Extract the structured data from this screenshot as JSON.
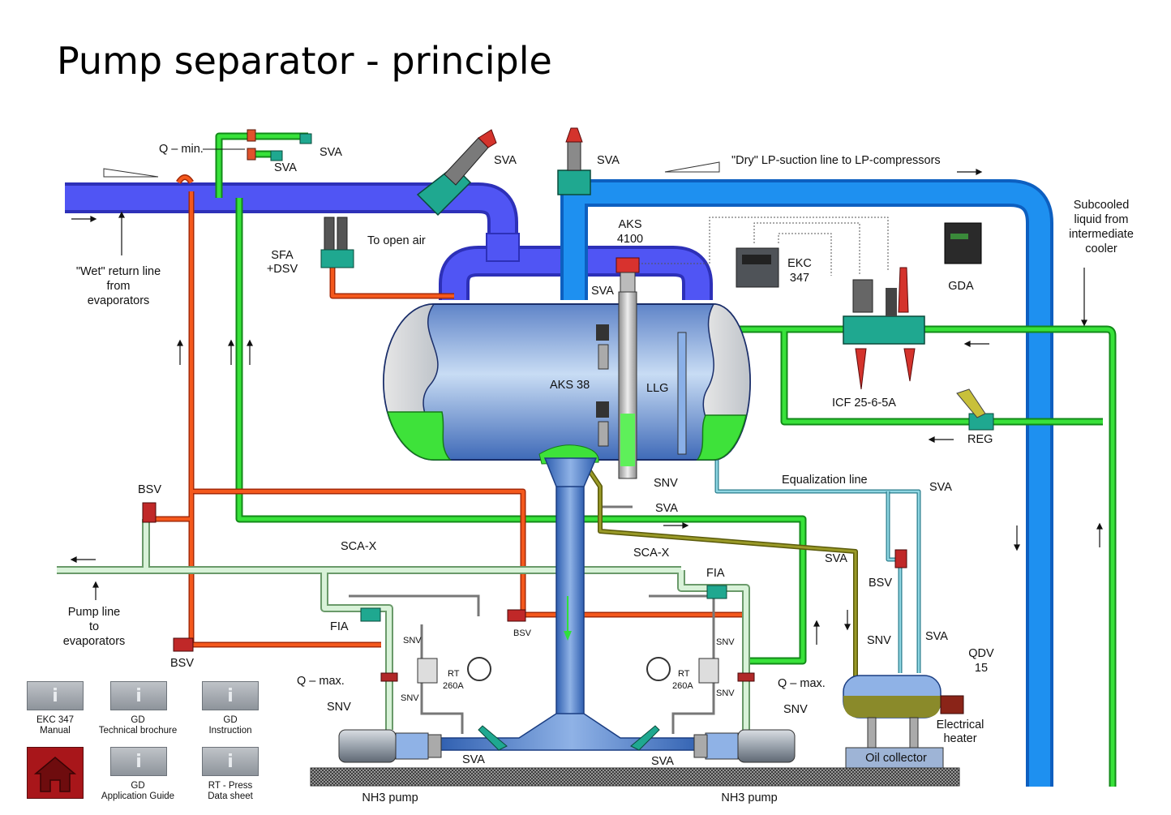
{
  "title": "Pump separator - principle",
  "labels": {
    "q_min": "Q – min.",
    "sva": "SVA",
    "dry_suction": "\"Dry\" LP-suction line to LP-compressors",
    "subcooled": [
      "Subcooled",
      "liquid from",
      "intermediate",
      "cooler"
    ],
    "aks4100": [
      "AKS",
      "4100"
    ],
    "ekc347": [
      "EKC",
      "347"
    ],
    "gda": "GDA",
    "sfa_dsv": [
      "SFA",
      "+DSV"
    ],
    "to_open_air": "To open air",
    "wet_return": [
      "\"Wet\" return line",
      "from",
      "evaporators"
    ],
    "aks38": "AKS 38",
    "llg": "LLG",
    "icf": "ICF 25-6-5A",
    "reg": "REG",
    "snv": "SNV",
    "equalization": "Equalization line",
    "bsv": "BSV",
    "sca_x": "SCA-X",
    "fia": "FIA",
    "pump_line": [
      "Pump line",
      "to",
      "evaporators"
    ],
    "q_max": "Q – max.",
    "rt_260a": [
      "RT",
      "260A"
    ],
    "qdv": [
      "QDV",
      "15"
    ],
    "electrical_heater": [
      "Electrical",
      "heater"
    ],
    "oil_collector": "Oil collector",
    "nh3_pump": "NH3 pump"
  },
  "buttons": [
    {
      "icon": "i",
      "caption": [
        "EKC 347",
        "Manual"
      ]
    },
    {
      "icon": "i",
      "caption": [
        "GD",
        "Technical brochure"
      ]
    },
    {
      "icon": "i",
      "caption": [
        "GD",
        "Instruction"
      ]
    },
    {
      "icon": "i",
      "caption": [
        "GD",
        "Application Guide"
      ]
    },
    {
      "icon": "i",
      "caption": [
        "RT - Press",
        "Data sheet"
      ]
    }
  ],
  "colors": {
    "wet_return_pipe": "#4a4ef0",
    "suction_pipe": "#1e88e8",
    "liquid_pipe": "#22d42a",
    "hot_pipe": "#ee4a18",
    "pump_line_pipe": "#cfeccf",
    "oil_pipe": "#8a8a1e",
    "equalization_pipe": "#7cc8d6",
    "vessel": "#7aa6e0",
    "liquid_level": "#3ee23a",
    "home_button": "#a8161a"
  }
}
